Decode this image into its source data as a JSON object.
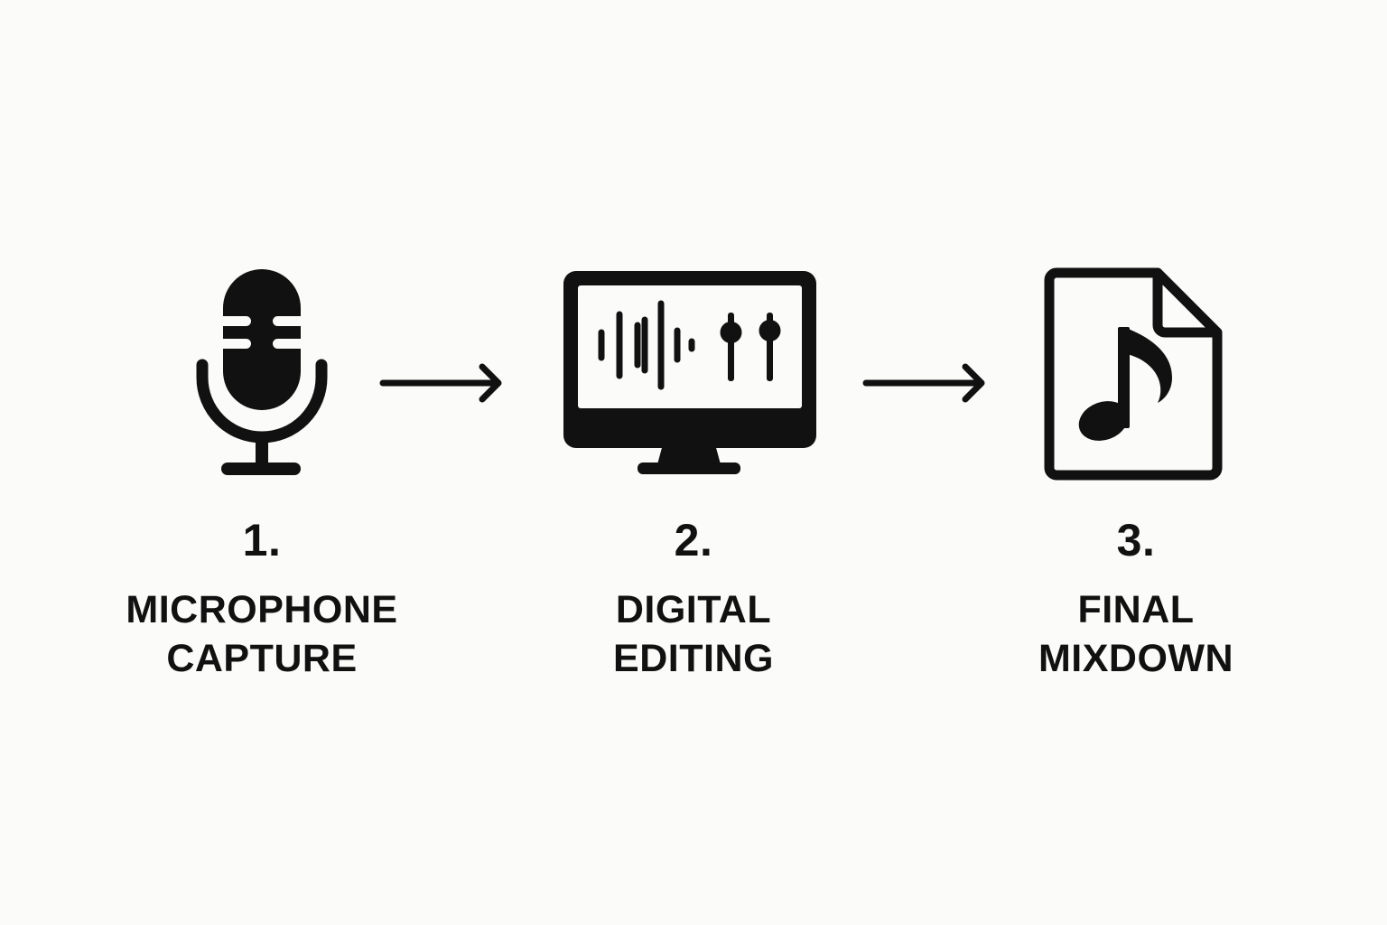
{
  "colors": {
    "background": "#fbfbf9",
    "ink": "#111111"
  },
  "steps": [
    {
      "number": "1.",
      "title": "MICROPHONE\nCAPTURE",
      "icon": "microphone-icon"
    },
    {
      "number": "2.",
      "title": "DIGITAL\nEDITING",
      "icon": "monitor-waveform-icon"
    },
    {
      "number": "3.",
      "title": "FINAL\nMIXDOWN",
      "icon": "music-file-icon"
    }
  ],
  "connectors": [
    "arrow-right-icon",
    "arrow-right-icon"
  ]
}
